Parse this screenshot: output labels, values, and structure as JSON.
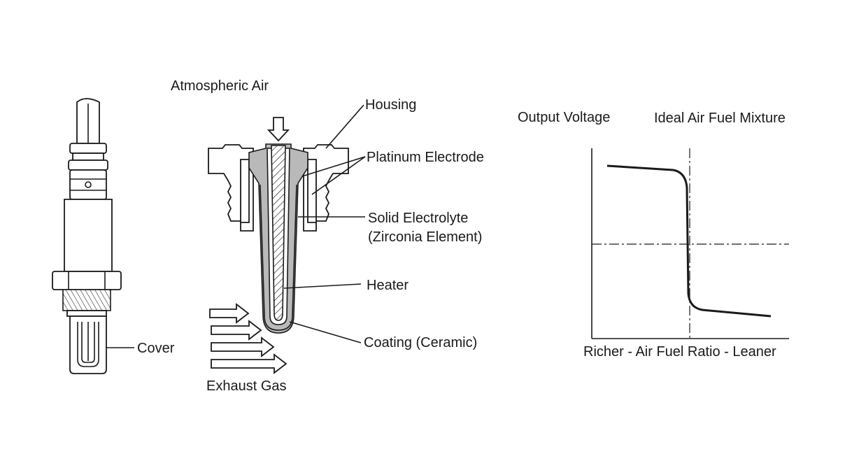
{
  "labels": {
    "cover": "Cover",
    "atmospheric_air": "Atmospheric Air",
    "housing": "Housing",
    "platinum_electrode": "Platinum Electrode",
    "solid_electrolyte_line1": "Solid Electrolyte",
    "solid_electrolyte_line2": "(Zirconia Element)",
    "heater": "Heater",
    "coating": "Coating (Ceramic)",
    "exhaust_gas": "Exhaust Gas"
  },
  "chart_data": {
    "type": "line",
    "ylabel": "Output Voltage",
    "reference_label": "Ideal Air Fuel Mixture",
    "xlabel": "Richer - Air Fuel Ratio - Leaner",
    "series": [
      {
        "values": "high output voltage on the rich side, sharp drop at the ideal mixture, low output voltage on the lean side"
      }
    ]
  }
}
